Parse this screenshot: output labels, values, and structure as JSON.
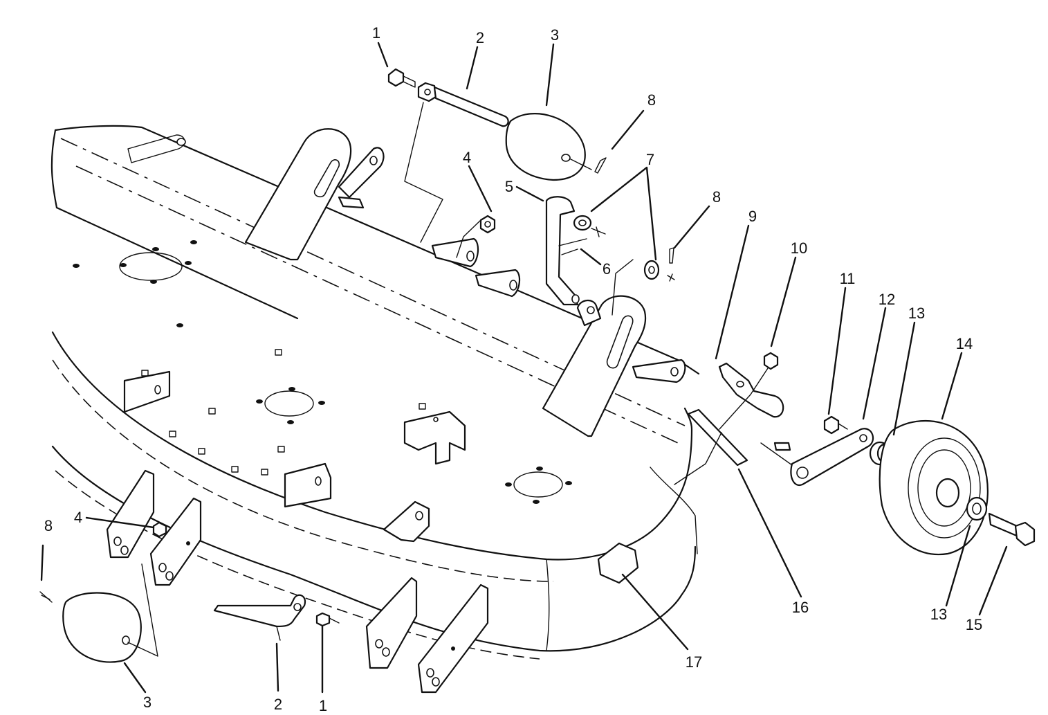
{
  "diagram": {
    "callouts": [
      {
        "id": "c1a",
        "label": "1"
      },
      {
        "id": "c2a",
        "label": "2"
      },
      {
        "id": "c3a",
        "label": "3"
      },
      {
        "id": "c8a",
        "label": "8"
      },
      {
        "id": "c4a",
        "label": "4"
      },
      {
        "id": "c7",
        "label": "7"
      },
      {
        "id": "c5",
        "label": "5"
      },
      {
        "id": "c8b",
        "label": "8"
      },
      {
        "id": "c6",
        "label": "6"
      },
      {
        "id": "c9",
        "label": "9"
      },
      {
        "id": "c10",
        "label": "10"
      },
      {
        "id": "c11",
        "label": "11"
      },
      {
        "id": "c12",
        "label": "12"
      },
      {
        "id": "c13a",
        "label": "13"
      },
      {
        "id": "c14",
        "label": "14"
      },
      {
        "id": "c4b",
        "label": "4"
      },
      {
        "id": "c8c",
        "label": "8"
      },
      {
        "id": "c16",
        "label": "16"
      },
      {
        "id": "c13b",
        "label": "13"
      },
      {
        "id": "c15",
        "label": "15"
      },
      {
        "id": "c17",
        "label": "17"
      },
      {
        "id": "c3b",
        "label": "3"
      },
      {
        "id": "c2b",
        "label": "2"
      },
      {
        "id": "c1b",
        "label": "1"
      }
    ]
  }
}
